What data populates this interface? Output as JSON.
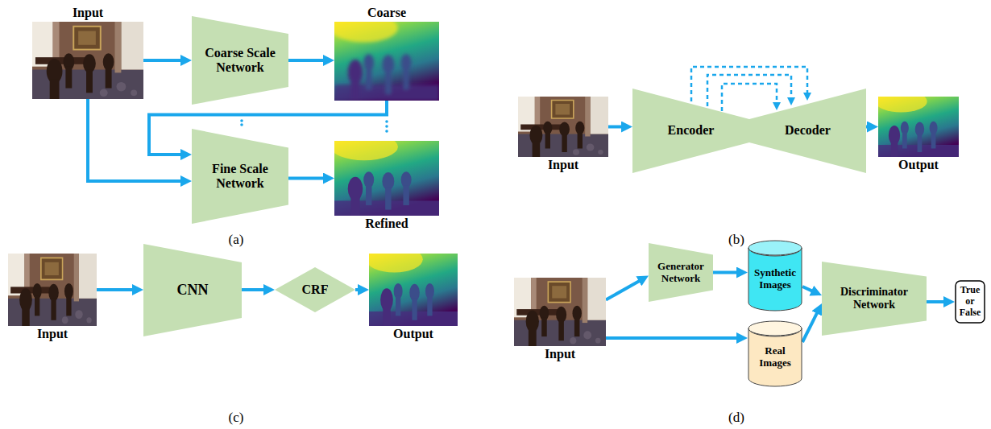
{
  "diagram": {
    "nodes": [
      {
        "text": [
          "Input"
        ]
      },
      {
        "text": [
          "Coarse Scale Network"
        ]
      },
      {
        "text": [
          "Coarse"
        ]
      },
      {
        "text": [
          "Fine Scale Network"
        ]
      },
      {
        "text": [
          "Refined"
        ]
      },
      {
        "text": [
          "Input"
        ]
      },
      {
        "text": [
          "Encoder",
          "Decoder"
        ]
      },
      {
        "text": [
          "Output"
        ]
      },
      {
        "text": [
          "Input"
        ]
      },
      {
        "text": [
          "CNN"
        ]
      },
      {
        "text": [
          "CRF"
        ]
      },
      {
        "text": [
          "Output"
        ]
      },
      {
        "text": [
          "Input"
        ]
      },
      {
        "text": [
          "Generator Network"
        ]
      },
      {
        "text": [
          "Synthetic Images"
        ]
      },
      {
        "text": [
          "Real Images"
        ]
      },
      {
        "text": [
          "Discriminator Network"
        ]
      },
      {
        "text": [
          "True or False"
        ]
      }
    ],
    "edges": [
      {
        "from": 0,
        "to": 1,
        "arrow": "to"
      },
      {
        "from": 1,
        "to": 2,
        "arrow": "to"
      },
      {
        "from": 2,
        "to": 3,
        "arrow": "to"
      },
      {
        "from": 0,
        "to": 3,
        "arrow": "to"
      },
      {
        "from": 3,
        "to": 4,
        "arrow": "to"
      },
      {
        "from": 5,
        "to": 6,
        "arrow": "to"
      },
      {
        "from": 6,
        "to": 7,
        "arrow": "to"
      },
      {
        "from": 8,
        "to": 9,
        "arrow": "to"
      },
      {
        "from": 9,
        "to": 10,
        "arrow": "to"
      },
      {
        "from": 10,
        "to": 11,
        "arrow": "to"
      },
      {
        "from": 12,
        "to": 13,
        "arrow": "to"
      },
      {
        "from": 13,
        "to": 14,
        "arrow": "to"
      },
      {
        "from": 14,
        "to": 16,
        "arrow": "to"
      },
      {
        "from": 12,
        "to": 15,
        "arrow": "to"
      },
      {
        "from": 15,
        "to": 16,
        "arrow": "to"
      },
      {
        "from": 16,
        "to": 17,
        "arrow": "to"
      }
    ],
    "labels": [
      "(a)",
      "(b)",
      "(c)",
      "(d)"
    ]
  }
}
